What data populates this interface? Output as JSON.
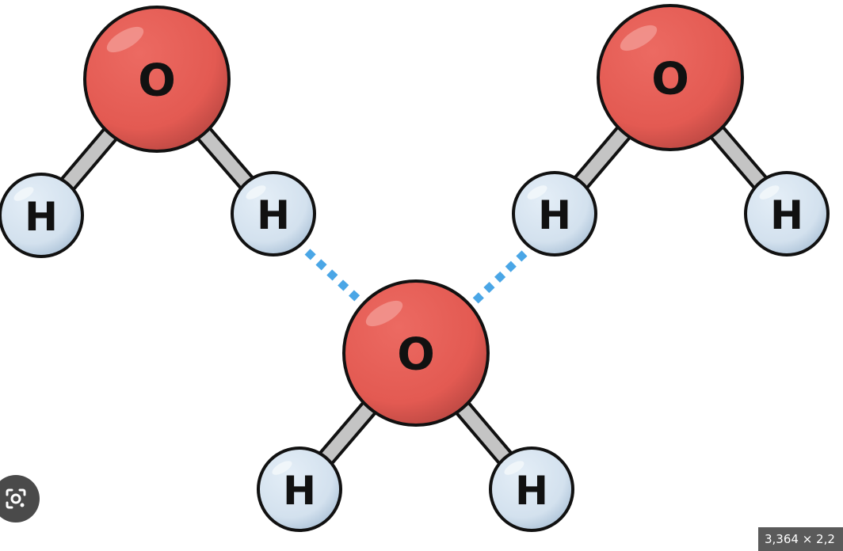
{
  "diagram": {
    "molecules": [
      {
        "name": "molecule-top-left",
        "oxygen": {
          "label": "O"
        },
        "hydrogens": [
          {
            "label": "H"
          },
          {
            "label": "H"
          }
        ]
      },
      {
        "name": "molecule-top-right",
        "oxygen": {
          "label": "O"
        },
        "hydrogens": [
          {
            "label": "H"
          },
          {
            "label": "H"
          }
        ]
      },
      {
        "name": "molecule-center",
        "oxygen": {
          "label": "O"
        },
        "hydrogens": [
          {
            "label": "H"
          },
          {
            "label": "H"
          }
        ]
      }
    ],
    "colors": {
      "oxygen": "#e35a52",
      "oxygen_shade": "#b84641",
      "hydrogen": "#d3e1ee",
      "hydrogen_shade": "#a9c0d6",
      "bond": "#c4c4c4",
      "hydrogen_bond": "#4aa6e6",
      "outline": "#111111"
    }
  },
  "overlay": {
    "lens_icon": "camera-search-icon",
    "dimensions_text": "3,364 × 2,2"
  }
}
